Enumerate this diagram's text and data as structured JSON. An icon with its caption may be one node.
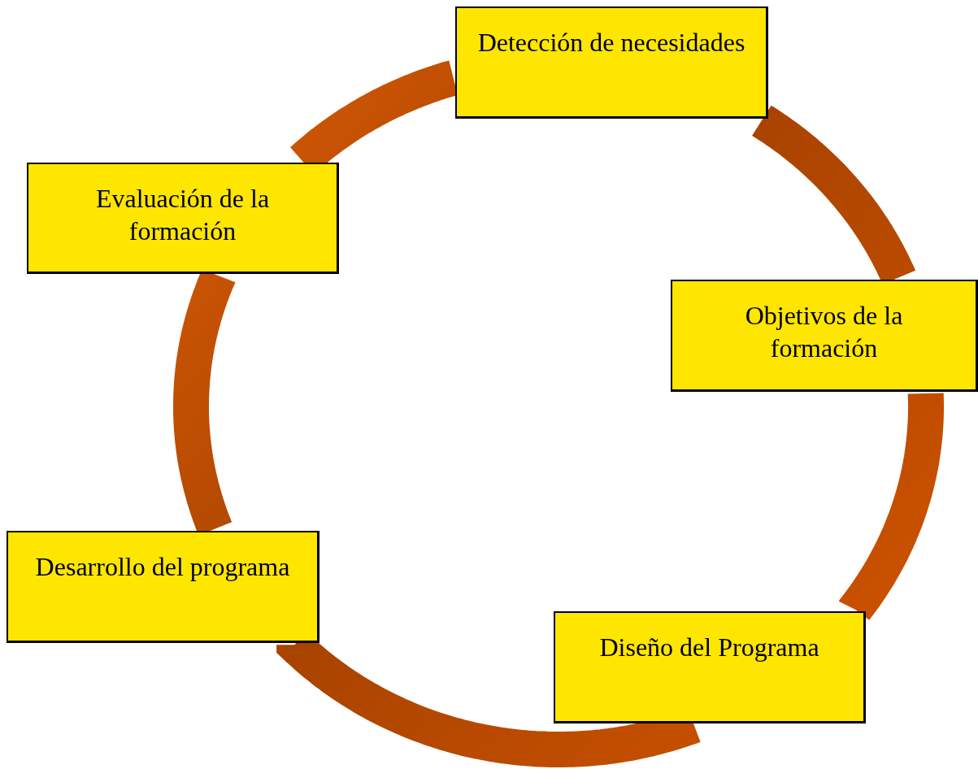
{
  "diagram": {
    "nodes": [
      {
        "text": [
          "Detección de necesidades"
        ]
      },
      {
        "text": [
          "Objetivos de la formación"
        ]
      },
      {
        "text": [
          "Diseño del Programa"
        ]
      },
      {
        "text": [
          "Desarrollo del programa"
        ]
      },
      {
        "text": [
          "Evaluación de la formación"
        ]
      }
    ],
    "edges": [
      {
        "from": 0,
        "to": 1,
        "arrow": "none"
      },
      {
        "from": 1,
        "to": 2,
        "arrow": "none"
      },
      {
        "from": 2,
        "to": 3,
        "arrow": "none"
      },
      {
        "from": 3,
        "to": 4,
        "arrow": "none"
      },
      {
        "from": 4,
        "to": 0,
        "arrow": "none"
      }
    ]
  }
}
